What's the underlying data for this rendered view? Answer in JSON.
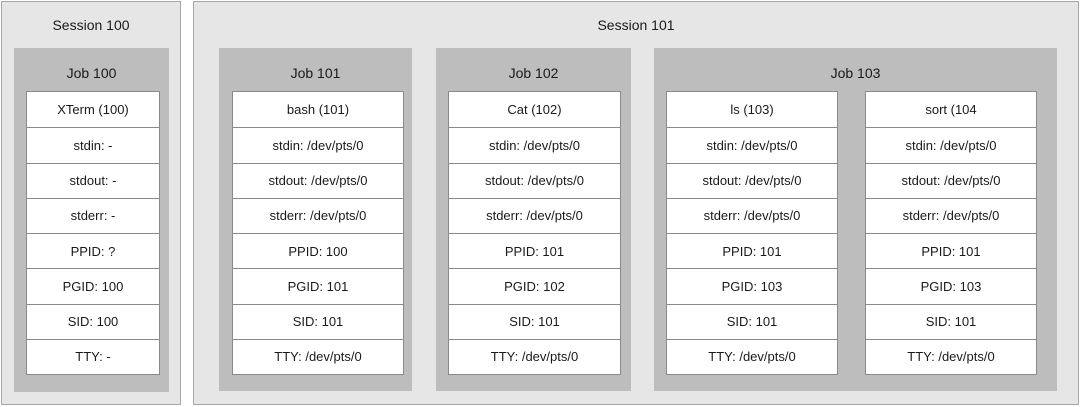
{
  "sessions": [
    {
      "title": "Session 100",
      "jobs": [
        {
          "title": "Job 100",
          "processes": [
            {
              "name": "XTerm (100)",
              "stdin": "stdin: -",
              "stdout": "stdout: -",
              "stderr": "stderr: -",
              "ppid": "PPID: ?",
              "pgid": "PGID: 100",
              "sid": "SID: 100",
              "tty": "TTY: -"
            }
          ]
        }
      ]
    },
    {
      "title": "Session 101",
      "jobs": [
        {
          "title": "Job 101",
          "processes": [
            {
              "name": "bash (101)",
              "stdin": "stdin: /dev/pts/0",
              "stdout": "stdout: /dev/pts/0",
              "stderr": "stderr: /dev/pts/0",
              "ppid": "PPID: 100",
              "pgid": "PGID: 101",
              "sid": "SID: 101",
              "tty": "TTY: /dev/pts/0"
            }
          ]
        },
        {
          "title": "Job 102",
          "processes": [
            {
              "name": "Cat (102)",
              "stdin": "stdin: /dev/pts/0",
              "stdout": "stdout: /dev/pts/0",
              "stderr": "stderr: /dev/pts/0",
              "ppid": "PPID: 101",
              "pgid": "PGID: 102",
              "sid": "SID: 101",
              "tty": "TTY: /dev/pts/0"
            }
          ]
        },
        {
          "title": "Job 103",
          "processes": [
            {
              "name": "ls (103)",
              "stdin": "stdin: /dev/pts/0",
              "stdout": "stdout: /dev/pts/0",
              "stderr": "stderr: /dev/pts/0",
              "ppid": "PPID: 101",
              "pgid": "PGID: 103",
              "sid": "SID: 101",
              "tty": "TTY: /dev/pts/0"
            },
            {
              "name": "sort (104",
              "stdin": "stdin: /dev/pts/0",
              "stdout": "stdout: /dev/pts/0",
              "stderr": "stderr: /dev/pts/0",
              "ppid": "PPID: 101",
              "pgid": "PGID: 103",
              "sid": "SID: 101",
              "tty": "TTY: /dev/pts/0"
            }
          ]
        }
      ]
    }
  ]
}
